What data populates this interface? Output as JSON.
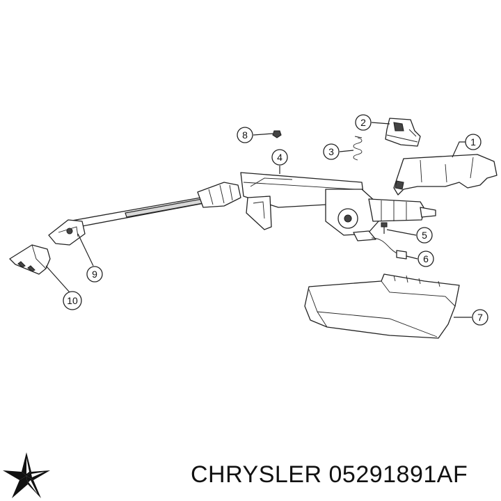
{
  "callouts": [
    {
      "label": "1"
    },
    {
      "label": "2"
    },
    {
      "label": "3"
    },
    {
      "label": "4"
    },
    {
      "label": "5"
    },
    {
      "label": "6"
    },
    {
      "label": "7"
    },
    {
      "label": "8"
    },
    {
      "label": "9"
    },
    {
      "label": "10"
    }
  ],
  "caption": {
    "brand": "CHRYSLER",
    "part_number": "05291891AF"
  },
  "logo": {
    "icon": "chrysler-pentastar-icon",
    "color": "#111111"
  }
}
